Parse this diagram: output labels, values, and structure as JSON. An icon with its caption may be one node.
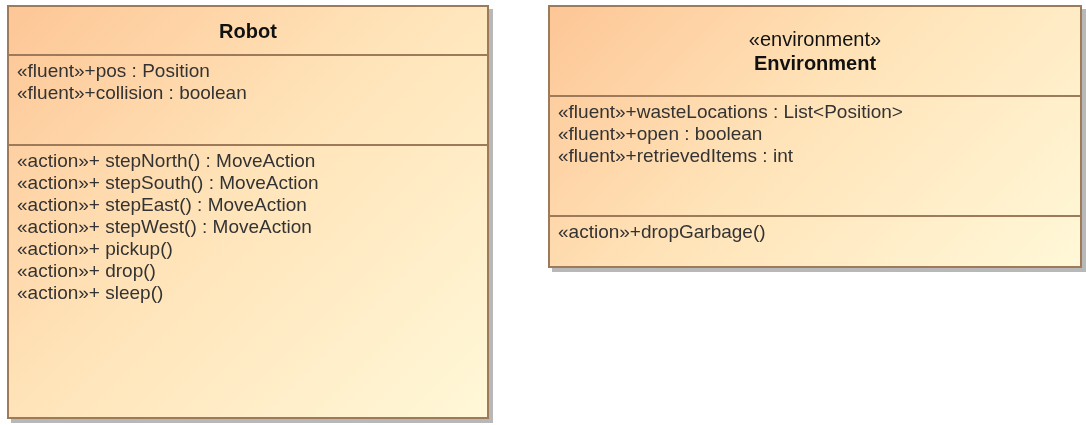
{
  "diagram": {
    "nodes": [
      {
        "text": [
          "Robot"
        ]
      },
      {
        "text": [
          "«fluent»+pos : Position",
          "«fluent»+collision : boolean"
        ],
        "in": 0
      },
      {
        "text": [
          "«action»+ stepNorth() : MoveAction",
          "«action»+ stepSouth() : MoveAction",
          "«action»+ stepEast() : MoveAction",
          "«action»+ stepWest() : MoveAction",
          "«action»+ pickup()",
          "«action»+ drop()",
          "«action»+ sleep()"
        ],
        "in": 0
      },
      {
        "text": [
          "«environment»",
          "Environment"
        ]
      },
      {
        "text": [
          "«fluent»+wasteLocations : List<Position>",
          "«fluent»+open : boolean",
          "«fluent»+retrievedItems : int"
        ],
        "in": 3
      },
      {
        "text": [
          "«action»+dropGarbage()"
        ],
        "in": 3
      }
    ]
  }
}
